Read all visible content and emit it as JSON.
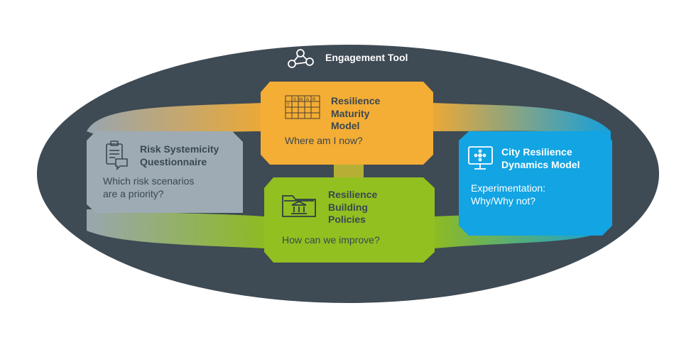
{
  "header": {
    "title": "Engagement Tool",
    "icon": "network-nodes-icon"
  },
  "colors": {
    "ellipse": "#3e4a54",
    "grey": "#9eabb4",
    "orange": "#f4ad35",
    "green": "#92c020",
    "blue": "#12a4e3"
  },
  "nodes": {
    "risk": {
      "title_l1": "Risk Systemicity",
      "title_l2": "Questionnaire",
      "sub_l1": "Which risk scenarios",
      "sub_l2": "are a priority?",
      "icon": "clipboard-chat-icon"
    },
    "maturity": {
      "title_l1": "Resilience",
      "title_l2": "Maturity",
      "title_l3": "Model",
      "sub": "Where am I now?",
      "icon": "smart-grid-icon",
      "grid_letters": [
        "S",
        "M",
        "A",
        "R",
        "T"
      ]
    },
    "policies": {
      "title_l1": "Resilience",
      "title_l2": "Building",
      "title_l3": "Policies",
      "sub": "How can we improve?",
      "icon": "folder-bank-icon"
    },
    "dynamics": {
      "title_l1": "City Resilience",
      "title_l2": "Dynamics Model",
      "sub_l1": "Experimentation:",
      "sub_l2": "Why/Why not?",
      "icon": "monitor-network-icon"
    }
  }
}
